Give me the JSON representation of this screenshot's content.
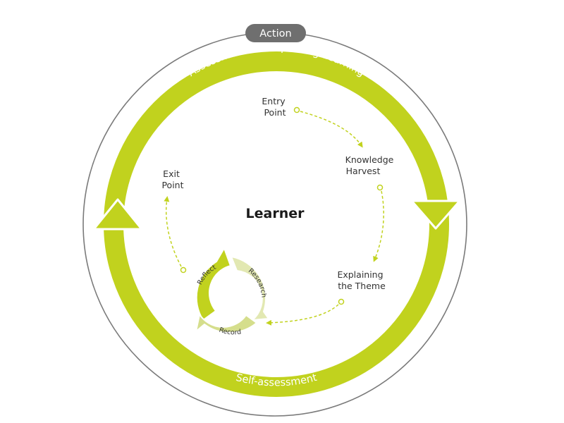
{
  "diagram": {
    "action_label": "Action",
    "outer_top_label": "Assessment for Improving Learning",
    "outer_bottom_label": "Self-assessment",
    "center_label": "Learner",
    "stages": {
      "entry": [
        "Entry",
        "Point"
      ],
      "harvest": [
        "Knowledge",
        "Harvest"
      ],
      "theme": [
        "Explaining",
        "the Theme"
      ],
      "exit": [
        "Exit",
        "Point"
      ]
    },
    "cycle": [
      "Reflect",
      "Research",
      "Record"
    ]
  },
  "colors": {
    "ring_green": "#c1d21e",
    "light_green": "#e2e8b2",
    "mid_green": "#d5de8c",
    "outline_grey": "#7a7a7a",
    "pill_grey": "#6f6f6f"
  }
}
